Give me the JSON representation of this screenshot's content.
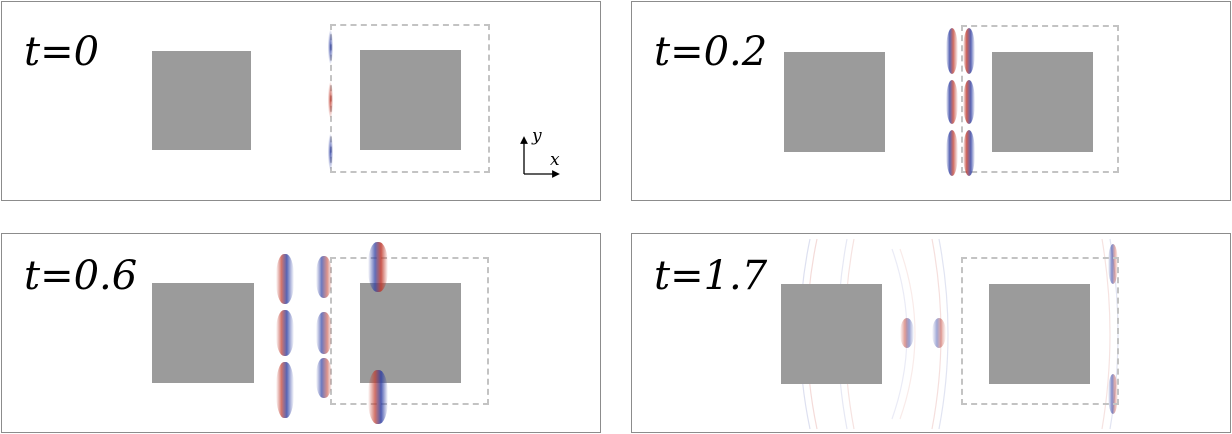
{
  "panels": [
    {
      "label": "t=0"
    },
    {
      "label": "t=0.2"
    },
    {
      "label": "t=0.6"
    },
    {
      "label": "t=1.7"
    }
  ],
  "axes": {
    "x_label": "x",
    "y_label": "y"
  },
  "colors": {
    "block": "#9b9b9b",
    "dashed_box": "#c3c3c3",
    "wave_positive": "#c0392b",
    "wave_negative": "#2e3fa3",
    "panel_border": "#8c8c8c"
  }
}
